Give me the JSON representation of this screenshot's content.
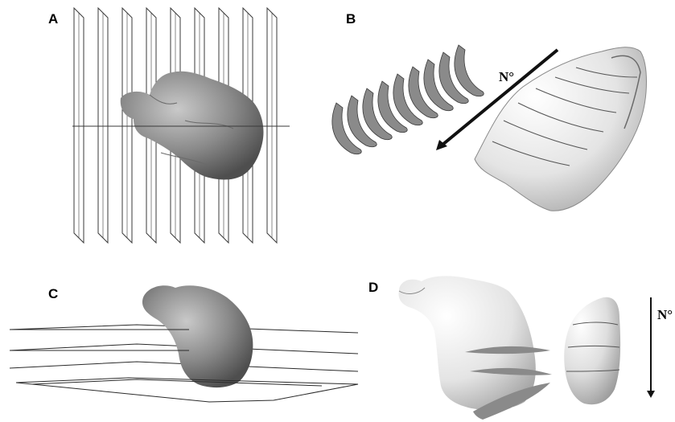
{
  "panels": {
    "a": {
      "label": "A"
    },
    "b": {
      "label": "B",
      "arrow_label": "N°"
    },
    "c": {
      "label": "C"
    },
    "d": {
      "label": "D",
      "arrow_label": "N°"
    }
  },
  "colors": {
    "frame_line": "#3a3a3a",
    "shape_dark": "#7d7d7d",
    "shape_light": "#e8e8e8",
    "slice_fill": "#8a8a8a",
    "arrow": "#111111"
  }
}
